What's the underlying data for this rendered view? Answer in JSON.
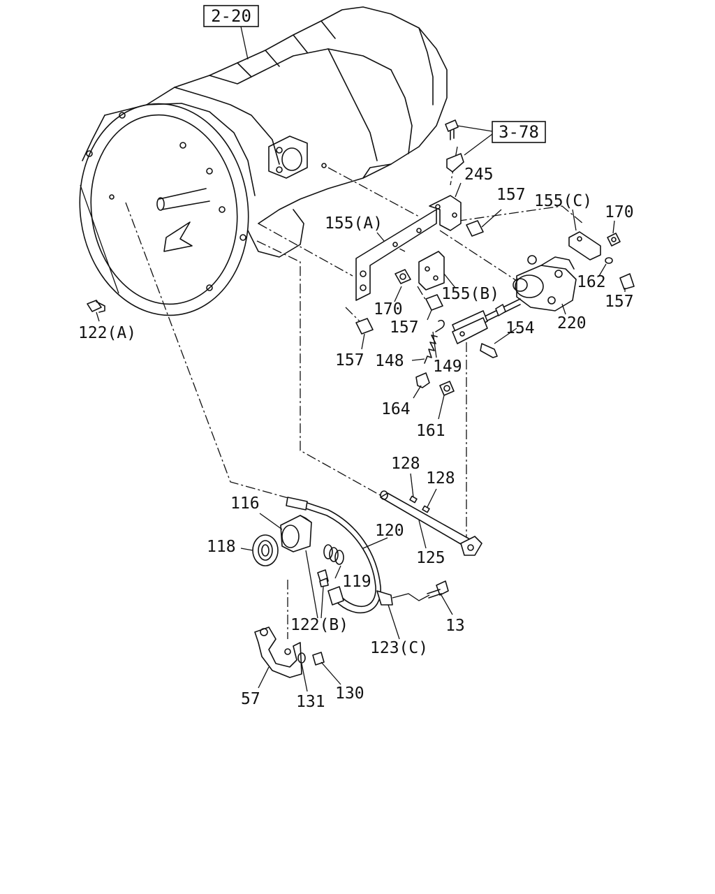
{
  "ref_boxes": [
    "2-20",
    "3-78"
  ],
  "callouts": [
    "122(A)",
    "155(A)",
    "170",
    "157",
    "157",
    "157",
    "245",
    "155(C)",
    "170",
    "162",
    "157",
    "155(B)",
    "220",
    "154",
    "148",
    "149",
    "164",
    "161",
    "128",
    "128",
    "116",
    "118",
    "120",
    "125",
    "119",
    "122(B)",
    "13",
    "123(C)",
    "57",
    "131",
    "130"
  ]
}
